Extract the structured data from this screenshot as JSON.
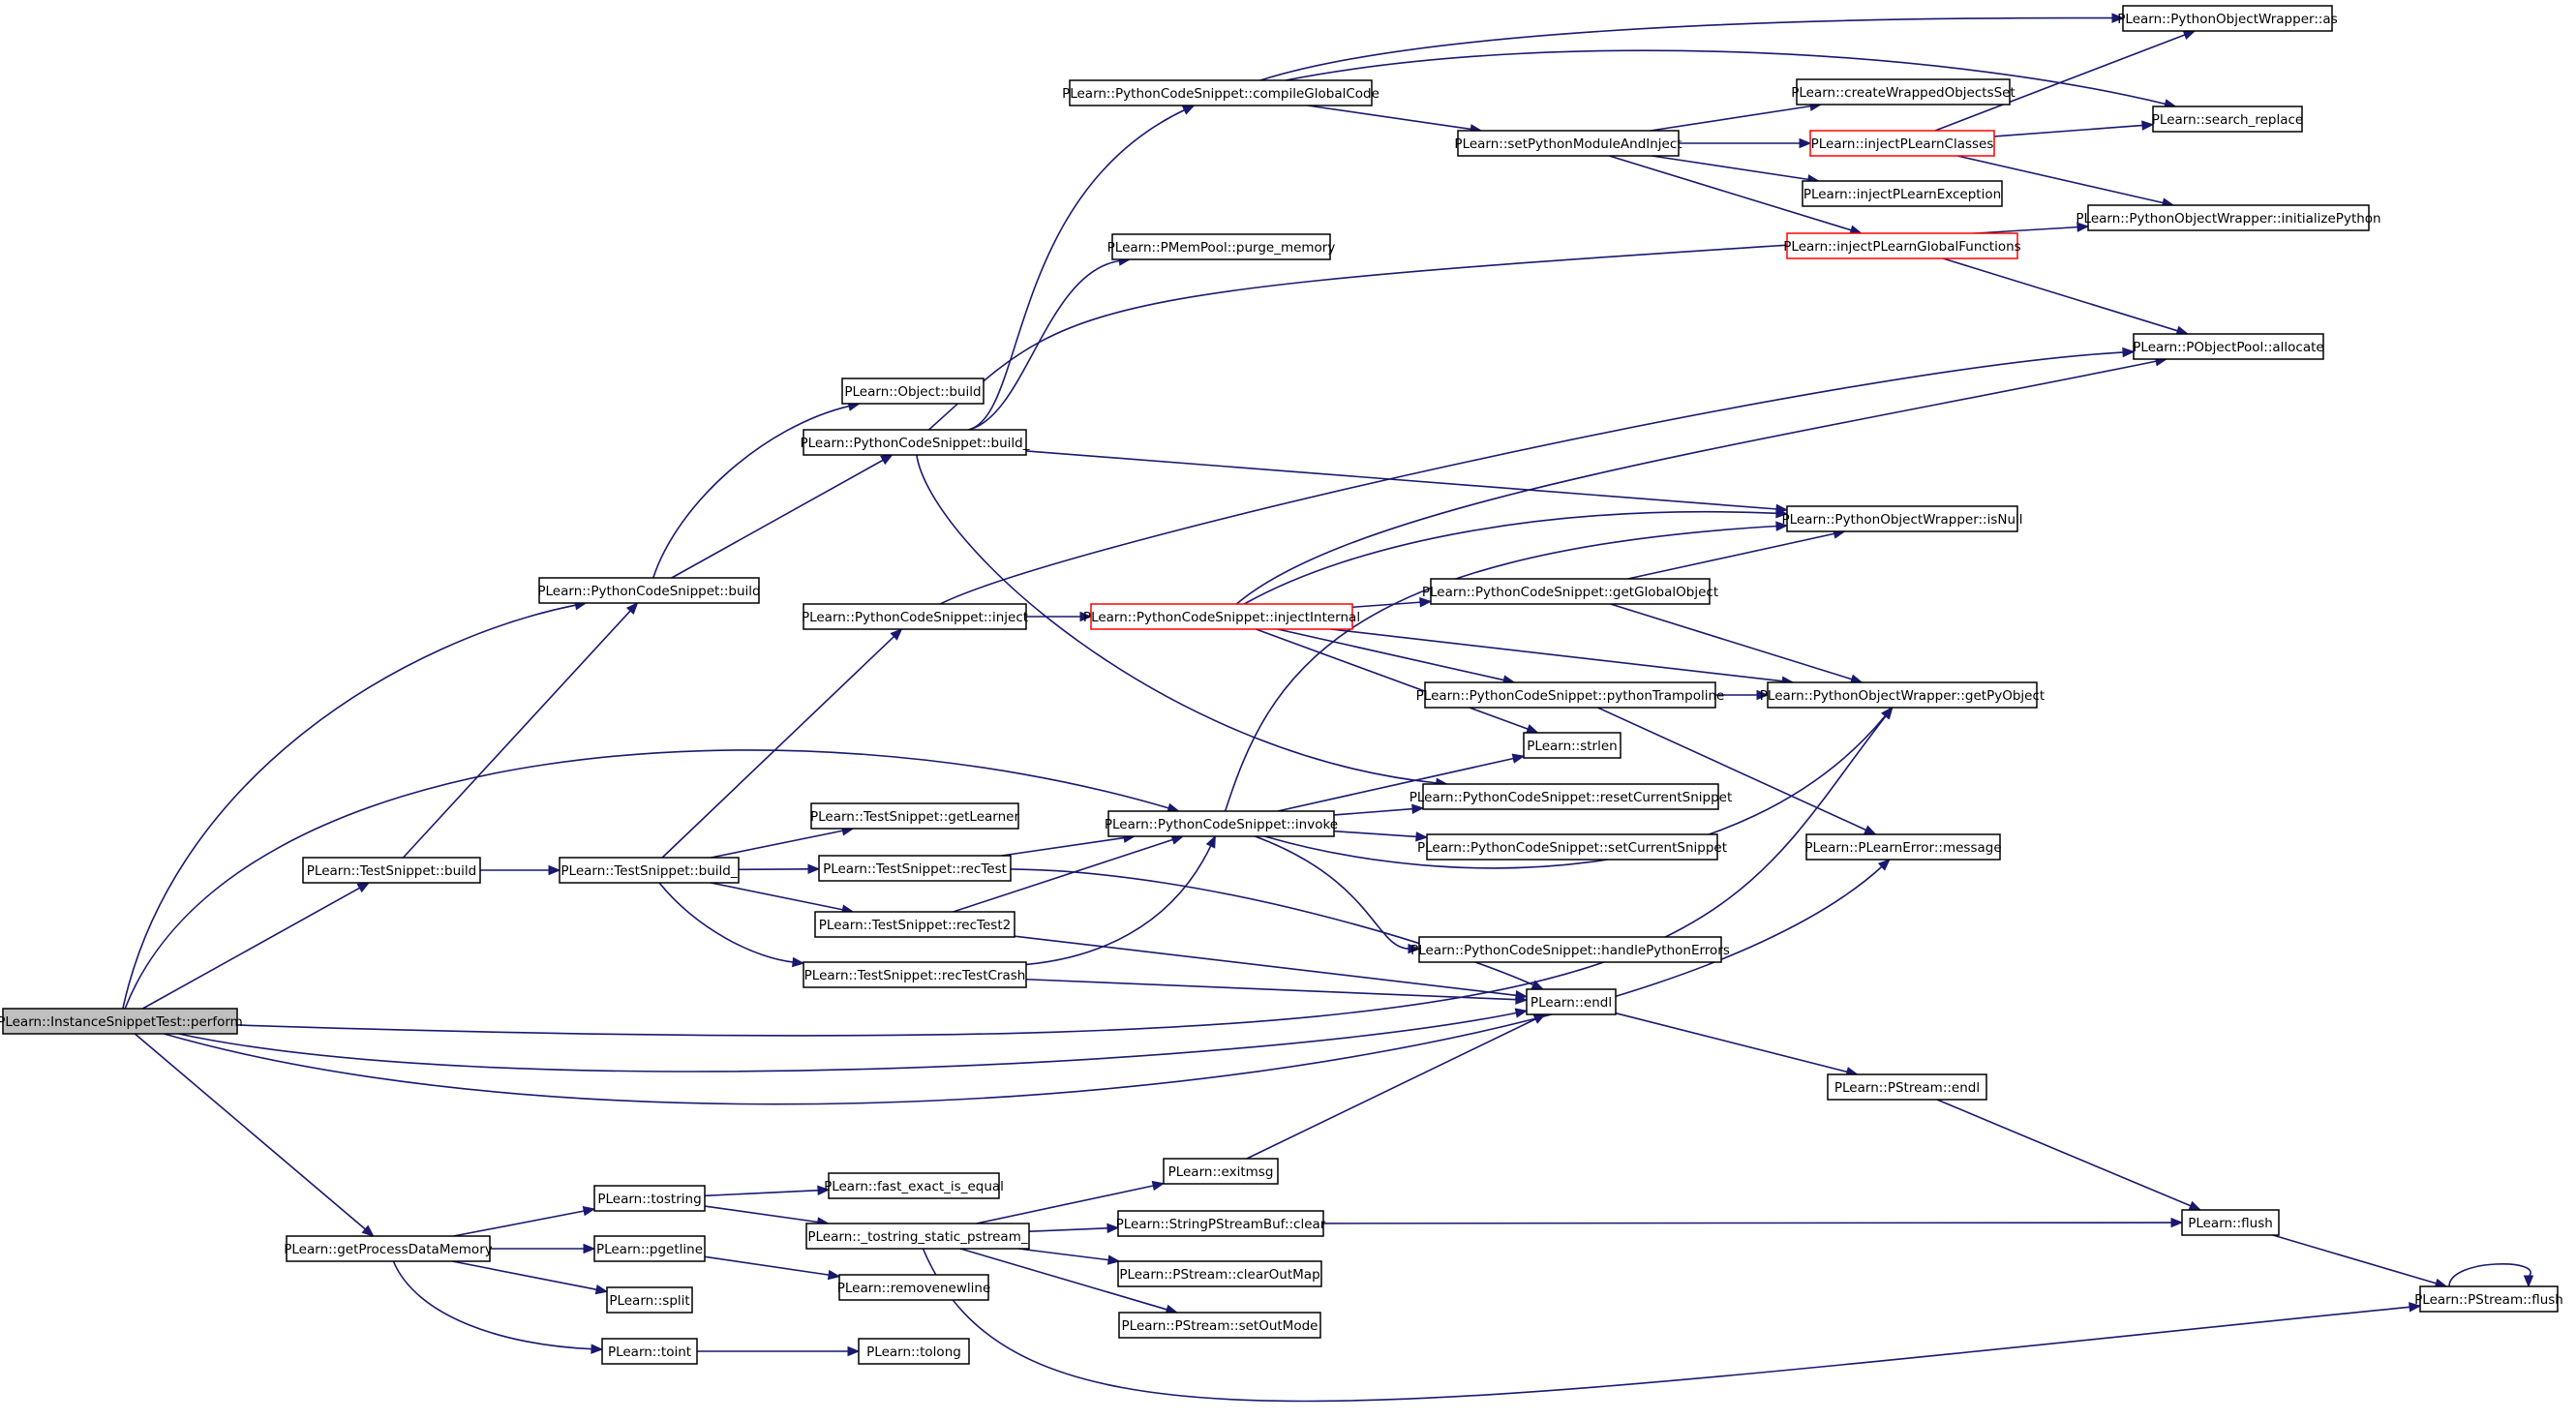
{
  "diagram": {
    "nodes": [
      {
        "id": "perform",
        "label": "PLearn::InstanceSnippetTest::perform",
        "highlight": true
      },
      {
        "id": "psb",
        "label": "PLearn::PythonCodeSnippet::build"
      },
      {
        "id": "tsb",
        "label": "PLearn::TestSnippet::build"
      },
      {
        "id": "gpdm",
        "label": "PLearn::getProcessDataMemory"
      },
      {
        "id": "objbuild",
        "label": "PLearn::Object::build"
      },
      {
        "id": "psb_",
        "label": "PLearn::PythonCodeSnippet::build_"
      },
      {
        "id": "psinject",
        "label": "PLearn::PythonCodeSnippet::inject"
      },
      {
        "id": "tsb_",
        "label": "PLearn::TestSnippet::build_"
      },
      {
        "id": "tsgl",
        "label": "PLearn::TestSnippet::getLearner"
      },
      {
        "id": "tsrt",
        "label": "PLearn::TestSnippet::recTest"
      },
      {
        "id": "tsrt2",
        "label": "PLearn::TestSnippet::recTest2"
      },
      {
        "id": "tsrtc",
        "label": "PLearn::TestSnippet::recTestCrash"
      },
      {
        "id": "cgc",
        "label": "PLearn::PythonCodeSnippet::compileGlobalCode"
      },
      {
        "id": "ppm",
        "label": "PLearn::PMemPool::purge_memory"
      },
      {
        "id": "injint",
        "label": "PLearn::PythonCodeSnippet::injectInternal",
        "red": true
      },
      {
        "id": "invoke",
        "label": "PLearn::PythonCodeSnippet::invoke"
      },
      {
        "id": "spmai",
        "label": "PLearn::setPythonModuleAndInject"
      },
      {
        "id": "ggo",
        "label": "PLearn::PythonCodeSnippet::getGlobalObject"
      },
      {
        "id": "ptramp",
        "label": "PLearn::PythonCodeSnippet::pythonTrampoline"
      },
      {
        "id": "strlen",
        "label": "PLearn::strlen"
      },
      {
        "id": "rcs",
        "label": "PLearn::PythonCodeSnippet::resetCurrentSnippet"
      },
      {
        "id": "scs",
        "label": "PLearn::PythonCodeSnippet::setCurrentSnippet"
      },
      {
        "id": "hpe",
        "label": "PLearn::PythonCodeSnippet::handlePythonErrors"
      },
      {
        "id": "endl",
        "label": "PLearn::endl"
      },
      {
        "id": "cwos",
        "label": "PLearn::createWrappedObjectsSet"
      },
      {
        "id": "ipc",
        "label": "PLearn::injectPLearnClasses",
        "red": true
      },
      {
        "id": "ipe",
        "label": "PLearn::injectPLearnException"
      },
      {
        "id": "ipgf",
        "label": "PLearn::injectPLearnGlobalFunctions",
        "red": true
      },
      {
        "id": "isnull",
        "label": "PLearn::PythonObjectWrapper::isNull"
      },
      {
        "id": "getpy",
        "label": "PLearn::PythonObjectWrapper::getPyObject"
      },
      {
        "id": "errmsg",
        "label": "PLearn::PLearnError::message"
      },
      {
        "id": "pwas",
        "label": "PLearn::PythonObjectWrapper::as"
      },
      {
        "id": "srep",
        "label": "PLearn::search_replace"
      },
      {
        "id": "initpy",
        "label": "PLearn::PythonObjectWrapper::initializePython"
      },
      {
        "id": "alloc",
        "label": "PLearn::PObjectPool::allocate"
      },
      {
        "id": "psendl",
        "label": "PLearn::PStream::endl"
      },
      {
        "id": "tostring",
        "label": "PLearn::tostring"
      },
      {
        "id": "pgetline",
        "label": "PLearn::pgetline"
      },
      {
        "id": "split",
        "label": "PLearn::split"
      },
      {
        "id": "toint",
        "label": "PLearn::toint"
      },
      {
        "id": "feie",
        "label": "PLearn::fast_exact_is_equal"
      },
      {
        "id": "tsps",
        "label": "PLearn::_tostring_static_pstream_"
      },
      {
        "id": "rnl",
        "label": "PLearn::removenewline"
      },
      {
        "id": "tolong",
        "label": "PLearn::tolong"
      },
      {
        "id": "exitmsg",
        "label": "PLearn::exitmsg"
      },
      {
        "id": "spbclear",
        "label": "PLearn::StringPStreamBuf::clear"
      },
      {
        "id": "pscom",
        "label": "PLearn::PStream::clearOutMap"
      },
      {
        "id": "pssom",
        "label": "PLearn::PStream::setOutMode"
      },
      {
        "id": "flush",
        "label": "PLearn::flush"
      },
      {
        "id": "psflush",
        "label": "PLearn::PStream::flush"
      }
    ]
  }
}
